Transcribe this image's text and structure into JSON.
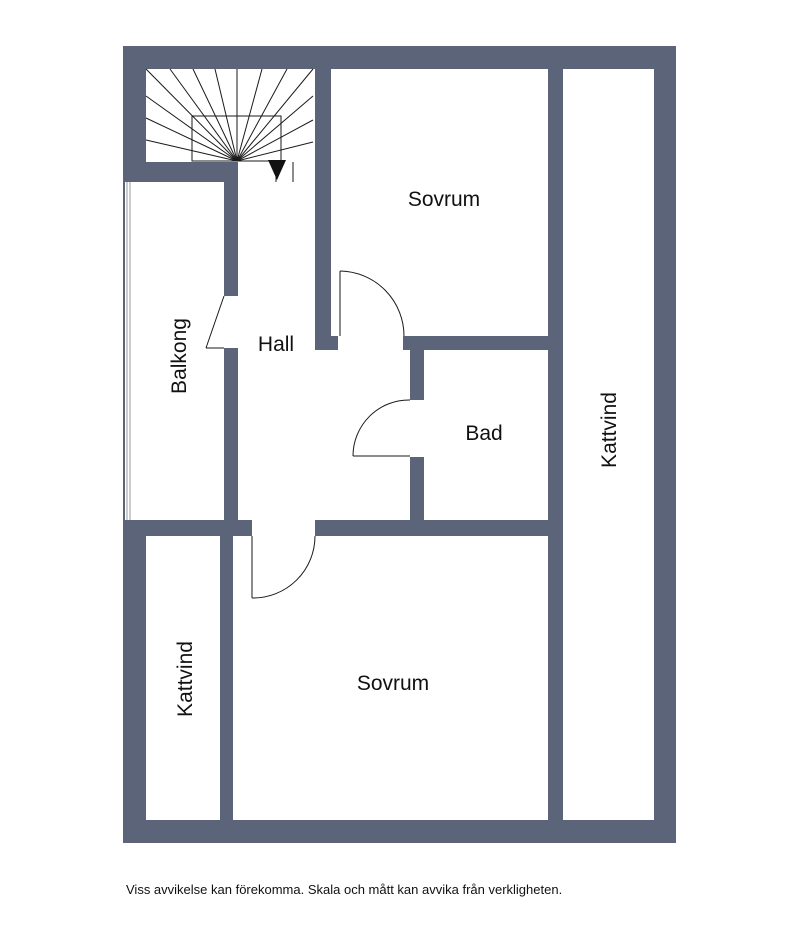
{
  "floorplan": {
    "colors": {
      "wall": "#5c6479",
      "floor": "#ffffff",
      "line": "#1a1a1a"
    },
    "rooms": {
      "sovrum_upper": "Sovrum",
      "sovrum_lower": "Sovrum",
      "hall": "Hall",
      "balkong": "Balkong",
      "bad": "Bad",
      "kattvind_right": "Kattvind",
      "kattvind_left": "Kattvind"
    },
    "disclaimer": "Viss avvikelse kan förekomma. Skala och mått kan avvika från verkligheten."
  }
}
